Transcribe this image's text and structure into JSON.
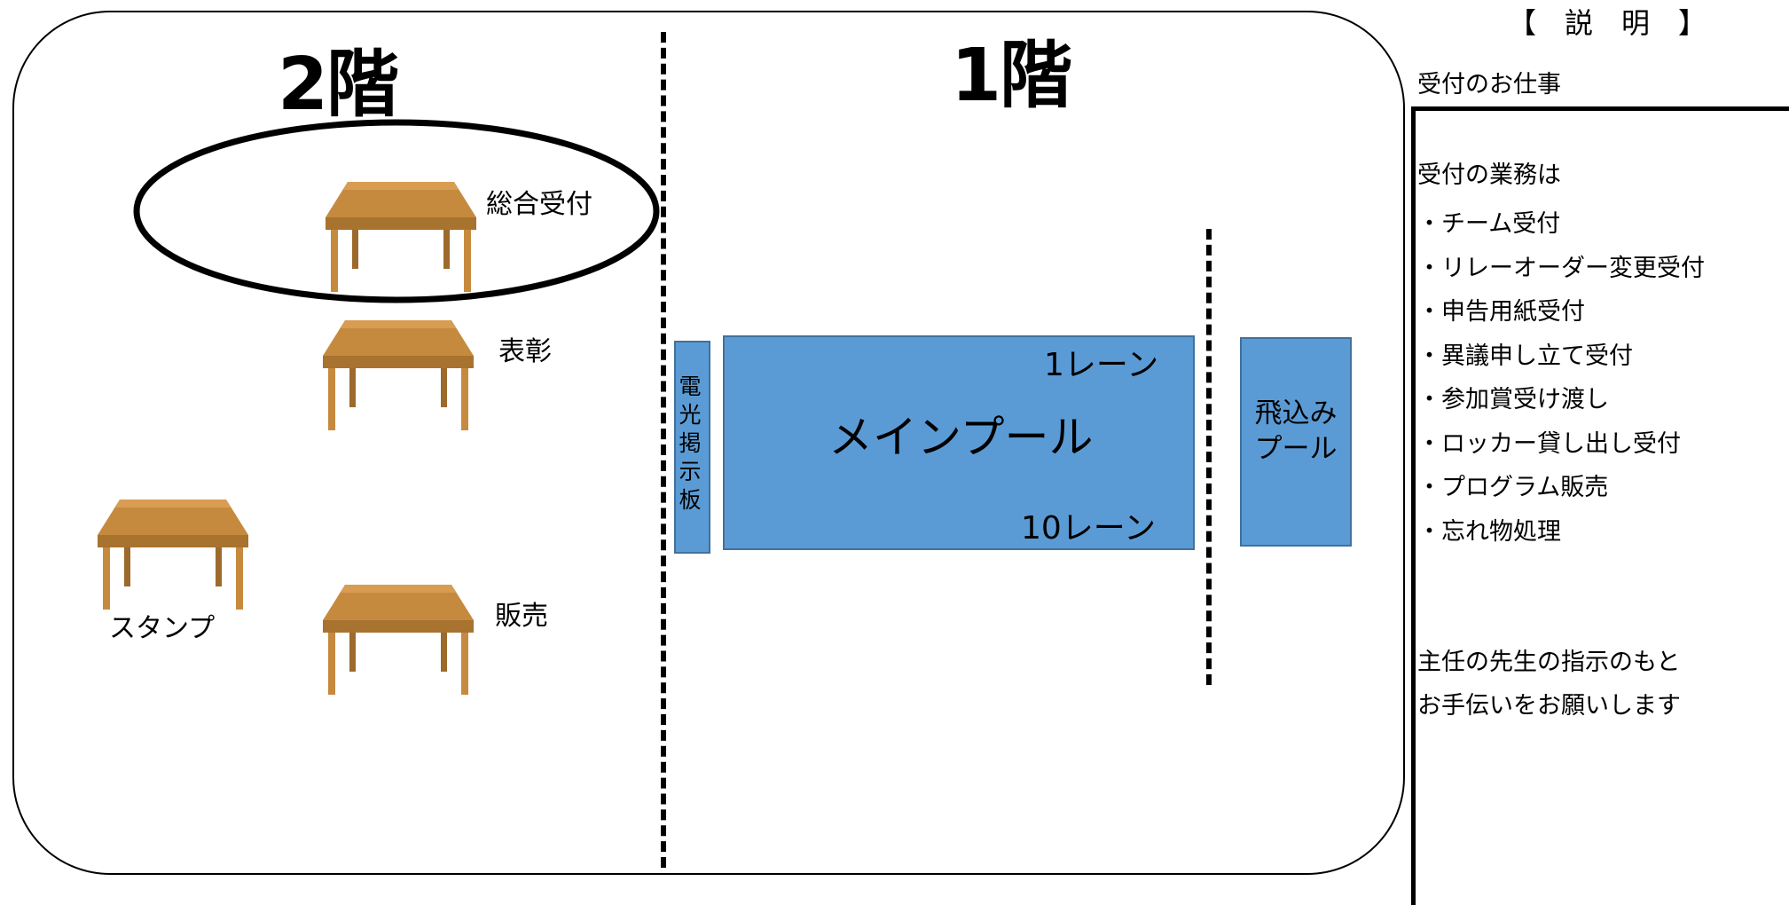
{
  "floors": {
    "second": "2階",
    "first": "1階"
  },
  "stations": {
    "general_reception": "総合受付",
    "awards": "表彰",
    "stamp": "スタンプ",
    "sales": "販売"
  },
  "pools": {
    "scoreboard": "電光掲示板",
    "main": "メインプール",
    "lane_top": "1レーン",
    "lane_bottom": "10レーン",
    "diving": "飛込み\nプール"
  },
  "description": {
    "title": "【　説　明　】",
    "subtitle": "受付のお仕事",
    "intro": "受付の業務は",
    "items": [
      "チーム受付",
      "リレーオーダー変更受付",
      "申告用紙受付",
      "異議申し立て受付",
      "参加賞受け渡し",
      "ロッカー貸し出し受付",
      "プログラム販売",
      "忘れ物処理"
    ],
    "footer_line1": "主任の先生の指示のもと",
    "footer_line2": "お手伝いをお願いします"
  },
  "colors": {
    "pool_fill": "#5b9bd5",
    "pool_border": "#41719c",
    "table_wood": "#c68a3f",
    "table_dark": "#9c6a2c"
  },
  "icons": {
    "table": "wooden-table-icon"
  }
}
